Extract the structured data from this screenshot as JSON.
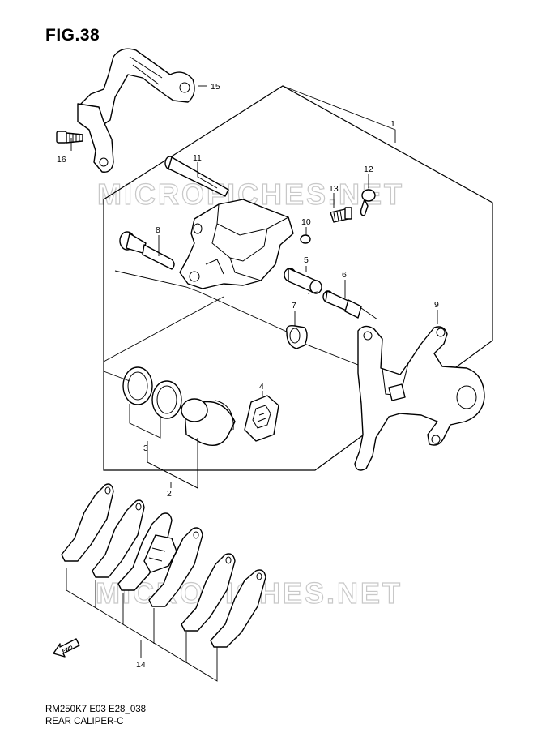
{
  "figure": {
    "title": "FIG.38",
    "model_code": "RM250K7 E03 E28_038",
    "assembly_name": "REAR CALIPER-C"
  },
  "watermark": {
    "text": "MICROFICHES.NET"
  },
  "fwd_arrow": {
    "label": "FWD"
  },
  "callouts": [
    {
      "id": "1",
      "label": "1"
    },
    {
      "id": "2",
      "label": "2"
    },
    {
      "id": "3",
      "label": "3"
    },
    {
      "id": "4",
      "label": "4"
    },
    {
      "id": "5",
      "label": "5"
    },
    {
      "id": "6",
      "label": "6"
    },
    {
      "id": "7",
      "label": "7"
    },
    {
      "id": "8",
      "label": "8"
    },
    {
      "id": "9",
      "label": "9"
    },
    {
      "id": "10",
      "label": "10"
    },
    {
      "id": "11",
      "label": "11"
    },
    {
      "id": "12",
      "label": "12"
    },
    {
      "id": "13",
      "label": "13"
    },
    {
      "id": "14",
      "label": "14"
    },
    {
      "id": "15",
      "label": "15"
    },
    {
      "id": "16",
      "label": "16"
    }
  ]
}
